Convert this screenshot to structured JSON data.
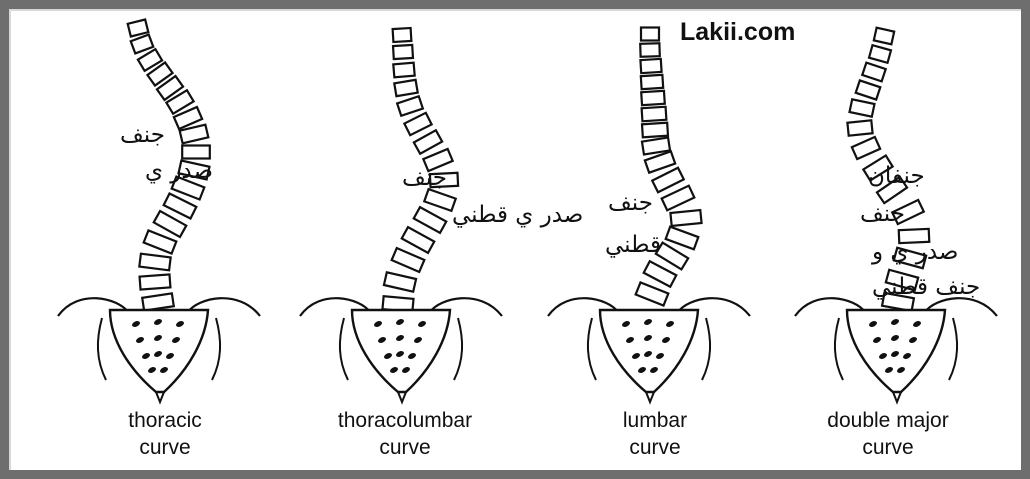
{
  "watermark": "Lakii.com",
  "panels": [
    {
      "id": "thoracic",
      "caption_line1": "thoracic",
      "caption_line2": "curve",
      "arabic_lines": [
        "جنف",
        "صدر ي"
      ]
    },
    {
      "id": "thoracolumbar",
      "caption_line1": "thoracolumbar",
      "caption_line2": "curve",
      "arabic_lines": [
        "جنف",
        "صدر ي قطني"
      ]
    },
    {
      "id": "lumbar",
      "caption_line1": "lumbar",
      "caption_line2": "curve",
      "arabic_lines": [
        "جنف",
        "قطني"
      ]
    },
    {
      "id": "double-major",
      "caption_line1": "double major",
      "caption_line2": "curve",
      "arabic_lines": [
        "جنفان",
        "جنف",
        "صدر ي و",
        "جنف قطني"
      ]
    }
  ],
  "colors": {
    "frame": "#6e6e6e",
    "ink": "#111111",
    "background": "#ffffff"
  }
}
